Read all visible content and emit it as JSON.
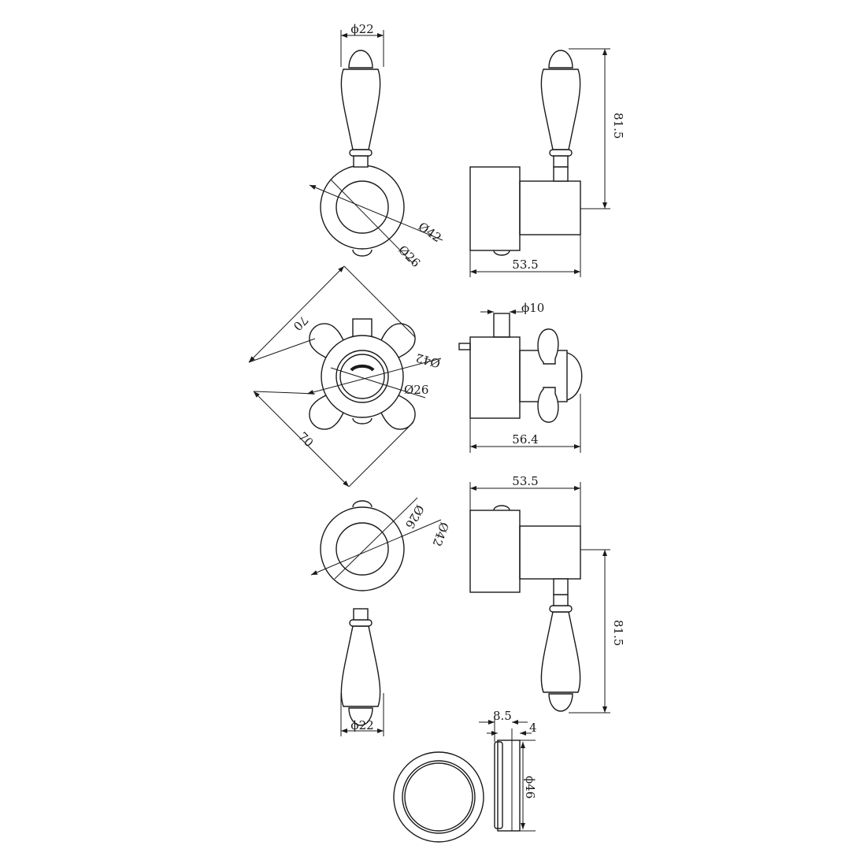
{
  "drawing": {
    "top_lever": {
      "width_label": "ϕ22",
      "height_label": "81.5",
      "outer_label": "Ø42",
      "inner_label": "Ø26",
      "depth_label": "53.5"
    },
    "cross_handle": {
      "span_label_1": "70",
      "span_label_2": "70",
      "stem_label": "ϕ10",
      "outer_label": "Ø42",
      "inner_label": "Ø26",
      "depth_label": "56.4"
    },
    "bottom_lever": {
      "depth_label": "53.5",
      "inner_label": "Ø26",
      "outer_label": "Ø42",
      "height_label": "81.5",
      "width_label": "ϕ22"
    },
    "flange": {
      "thickness_label": "8.5",
      "step_label": "4",
      "diameter_label": "ϕ46"
    }
  }
}
